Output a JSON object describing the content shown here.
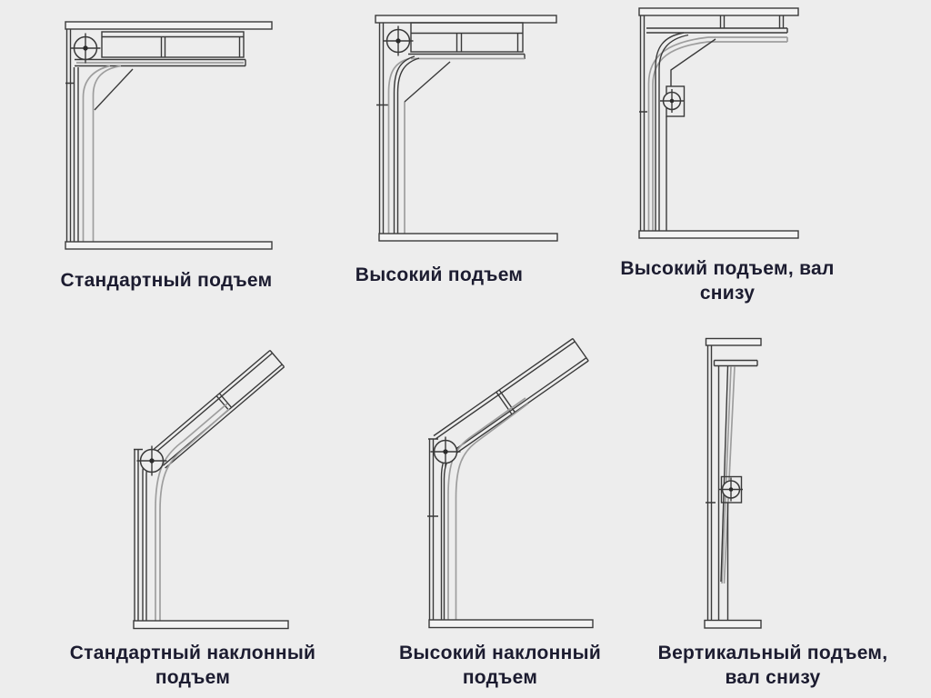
{
  "canvas": {
    "background_color": "#ededed",
    "primary_line_color": "#3a3a3a",
    "secondary_line_color": "#9e9e9e",
    "caption_color": "#1c1c30"
  },
  "icons": {
    "shaft_drum": "shaft-drum-icon"
  },
  "figures": [
    {
      "id": "standard-lift",
      "label": "Стандартный подъем"
    },
    {
      "id": "high-lift",
      "label": "Высокий подъем"
    },
    {
      "id": "high-lift-shaft-below",
      "label": "Высокий подъем, вал снизу"
    },
    {
      "id": "standard-incline-lift",
      "label": "Стандартный наклонный подъем"
    },
    {
      "id": "high-incline-lift",
      "label": "Высокий наклонный подъем"
    },
    {
      "id": "vertical-lift-shaft-below",
      "label": "Вертикальный подъем, вал снизу"
    }
  ]
}
